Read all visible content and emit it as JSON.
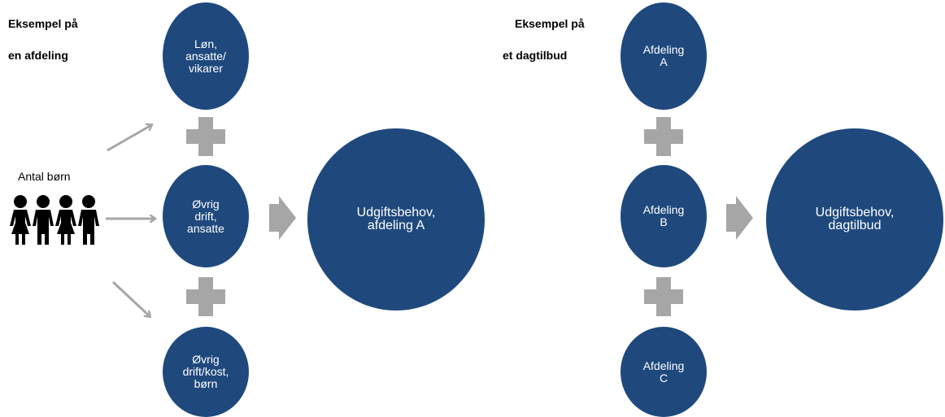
{
  "left": {
    "heading_line1": "Eksempel på",
    "heading_line2": "en afdeling",
    "children_label": "Antal børn",
    "circle_top": "Løn,\nansatte/\nvikarer",
    "circle_middle": "Øvrig\ndrift,\nansatte",
    "circle_bottom": "Øvrig\ndrift/kost,\nbørn",
    "result": "Udgiftsbehov,\nafdeling A"
  },
  "right": {
    "heading_line1": "Eksempel på",
    "heading_line2": "et dagtilbud",
    "circle_top": "Afdeling\nA",
    "circle_middle": "Afdeling\nB",
    "circle_bottom": "Afdeling\nC",
    "result": "Udgiftsbehov,\ndagtilbud"
  },
  "colors": {
    "circle": "#1f497d",
    "connector": "#a6a6a6",
    "people": "#000000"
  },
  "icons": {
    "people": "children-icon",
    "plus": "plus-icon",
    "arrow": "arrow-right-icon"
  }
}
